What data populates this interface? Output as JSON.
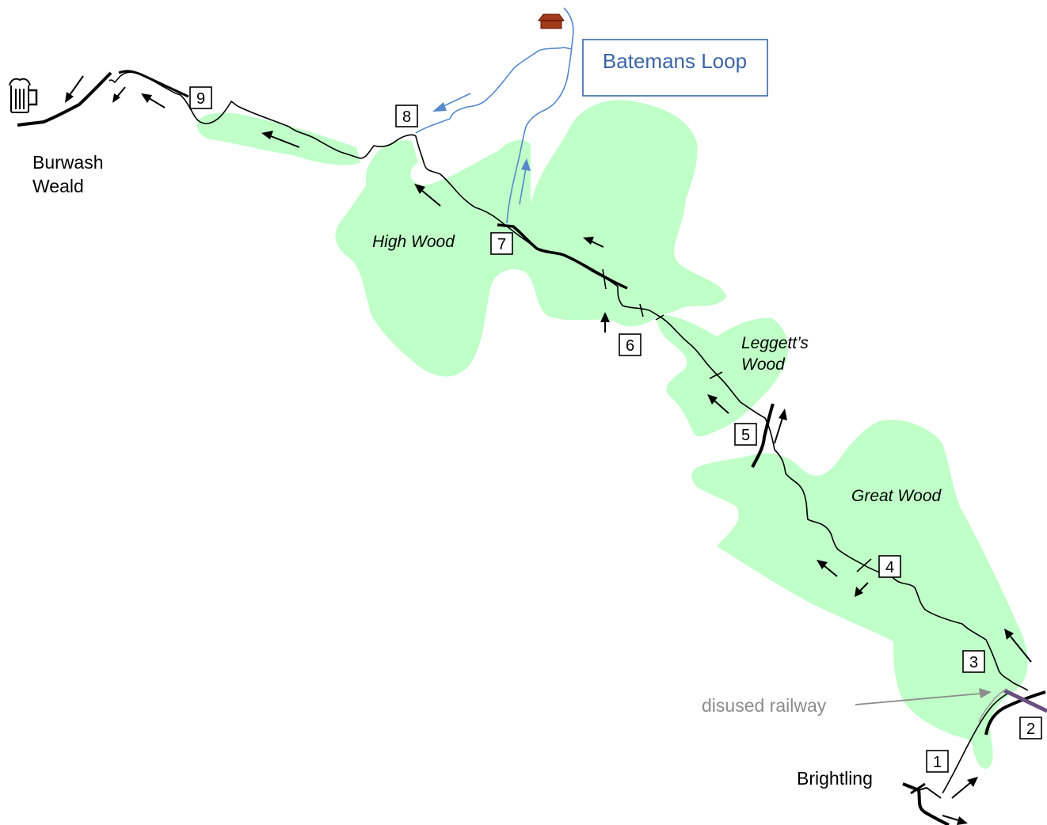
{
  "map": {
    "places": {
      "burwash_line1": "Burwash",
      "burwash_line2": "Weald",
      "brightling": "Brightling"
    },
    "woods": {
      "high_wood": "High Wood",
      "leggetts_line1": "Leggett’s",
      "leggetts_line2": "Wood",
      "great_wood": "Great Wood"
    },
    "loop_label": "Batemans Loop",
    "railway_label": "disused railway",
    "waypoints": [
      "1",
      "2",
      "3",
      "4",
      "5",
      "6",
      "7",
      "8",
      "9"
    ],
    "icons": [
      "pub-tankard-icon",
      "house-icon"
    ],
    "colors": {
      "woodland": "#c0ffc8",
      "route": "#000000",
      "loop_route": "#5588cc",
      "loop_border": "#3a65a5",
      "railway": "#6a5080",
      "railway_label": "#8c8c8c",
      "house": "#a03a1a"
    }
  }
}
